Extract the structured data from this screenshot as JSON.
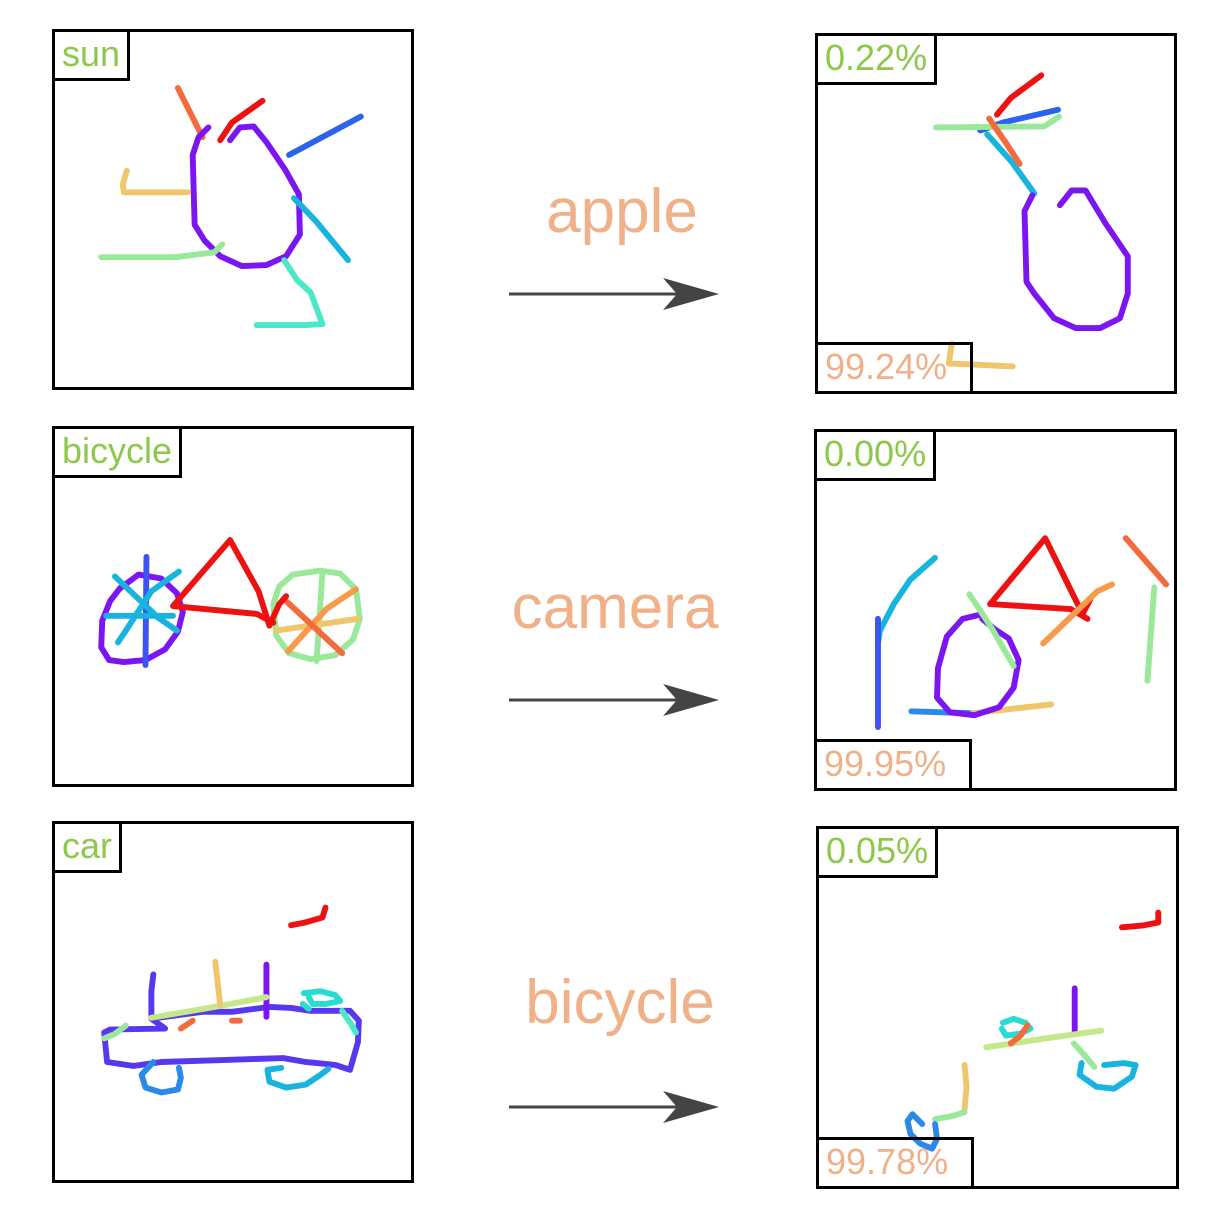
{
  "rows": [
    {
      "source_label": "sun",
      "target_label": "apple",
      "source_score": "0.22%",
      "target_score": "99.24%"
    },
    {
      "source_label": "bicycle",
      "target_label": "camera",
      "source_score": "0.00%",
      "target_score": "99.95%"
    },
    {
      "source_label": "car",
      "target_label": "bicycle",
      "source_score": "0.05%",
      "target_score": "99.78%"
    }
  ],
  "colors": {
    "source_label": "#8dc84a",
    "target_label": "#f0b088",
    "arrow": "#444444"
  },
  "icons": [
    "arrow-right-icon"
  ]
}
